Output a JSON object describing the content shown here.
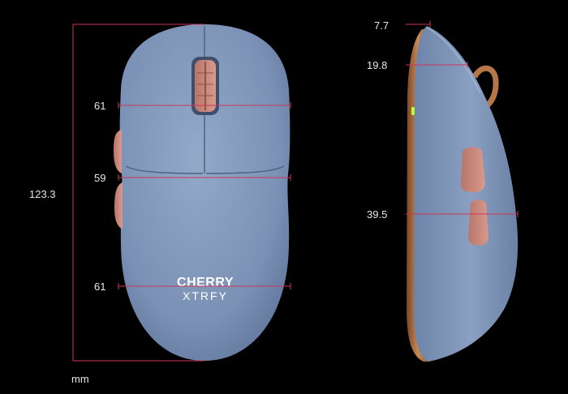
{
  "product": {
    "brand_line1": "CHERRY",
    "brand_line2": "XTRFY"
  },
  "dimensions": {
    "unit": "mm",
    "length": "123.3",
    "width_top": "61",
    "width_mid": "59",
    "width_bottom": "61",
    "height_front": "7.7",
    "height_upper": "19.8",
    "height_max": "39.5"
  },
  "colors": {
    "background": "#000000",
    "shell": "#7d94b7",
    "accent": "#c9877a",
    "measure_line": "#d0345a",
    "led": "#b8ff3a"
  }
}
